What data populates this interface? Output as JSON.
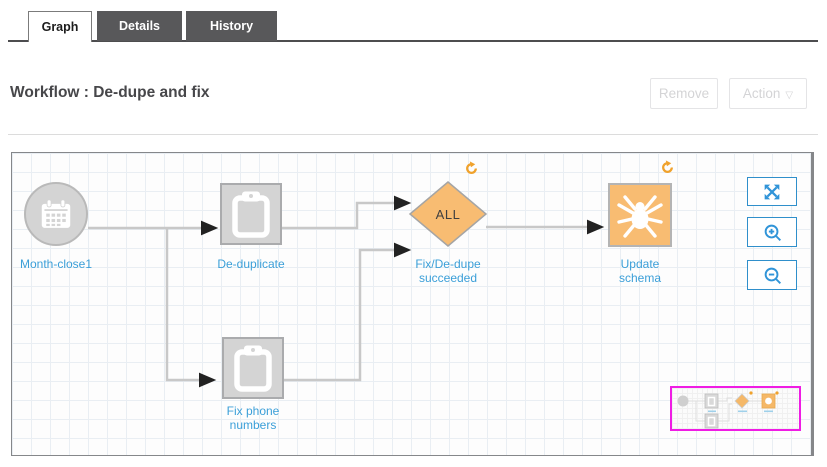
{
  "tabs": [
    {
      "label": "Graph",
      "active": true
    },
    {
      "label": "Details",
      "active": false
    },
    {
      "label": "History",
      "active": false
    }
  ],
  "header": {
    "title": "Workflow : De-dupe and fix",
    "remove_label": "Remove",
    "action_label": "Action",
    "action_caret": "▽"
  },
  "workflow": {
    "name": "De-dupe and fix",
    "nodes": [
      {
        "id": "month-close1",
        "label": "Month-close1",
        "shape": "circle",
        "icon": "calendar-icon",
        "fill": "#d4d4d4"
      },
      {
        "id": "de-duplicate",
        "label": "De-duplicate",
        "shape": "square",
        "icon": "clipboard-icon",
        "fill": "#d4d4d4"
      },
      {
        "id": "fix-phone-numbers",
        "label": "Fix phone numbers",
        "shape": "square",
        "icon": "clipboard-icon",
        "fill": "#d4d4d4"
      },
      {
        "id": "fix-dedupe-succeeded",
        "label": "Fix/De-dupe succeeded",
        "shape": "diamond",
        "text": "ALL",
        "fill": "#f8bc72",
        "badge": "recurrence-icon"
      },
      {
        "id": "update-schema",
        "label": "Update schema",
        "shape": "square",
        "icon": "spider-icon",
        "fill": "#f8bc72",
        "badge": "recurrence-icon"
      }
    ],
    "edges": [
      {
        "from": "month-close1",
        "to": "de-duplicate"
      },
      {
        "from": "month-close1",
        "to": "fix-phone-numbers"
      },
      {
        "from": "de-duplicate",
        "to": "fix-dedupe-succeeded"
      },
      {
        "from": "fix-phone-numbers",
        "to": "fix-dedupe-succeeded"
      },
      {
        "from": "fix-dedupe-succeeded",
        "to": "update-schema"
      }
    ]
  },
  "canvas": {
    "controls": [
      {
        "name": "fit-to-screen",
        "icon": "expand-icon"
      },
      {
        "name": "zoom-in",
        "icon": "zoom-in-icon"
      },
      {
        "name": "zoom-out",
        "icon": "zoom-out-icon"
      }
    ],
    "minimap_border": "#ef1ce4"
  },
  "colors": {
    "label_blue": "#3b9fd8",
    "node_gray": "#d4d4d4",
    "node_orange": "#f8bc72",
    "badge_orange": "#f0a22c",
    "control_blue": "#3094d8",
    "tab_dark": "#58585a",
    "connector_gray": "#c8c8c8"
  }
}
